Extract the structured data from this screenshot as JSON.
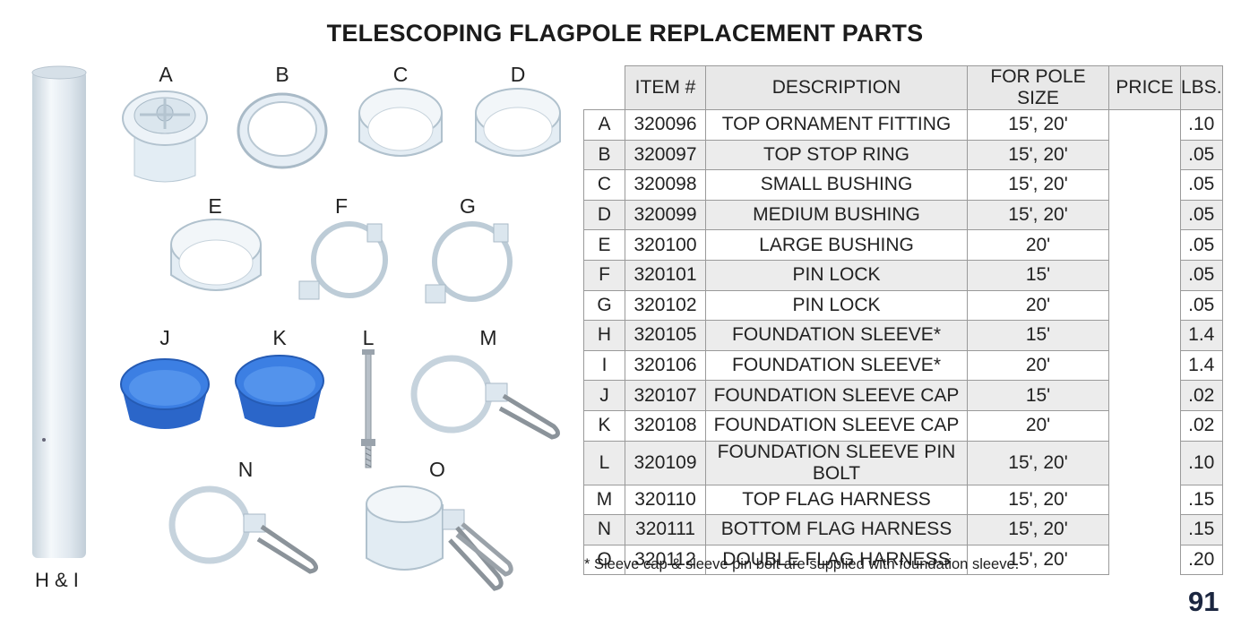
{
  "title": "TELESCOPING FLAGPOLE REPLACEMENT PARTS",
  "pole_label": "H & I",
  "part_letters": [
    "A",
    "B",
    "C",
    "D",
    "E",
    "F",
    "G",
    "J",
    "K",
    "L",
    "M",
    "N",
    "O"
  ],
  "table": {
    "headers": [
      "ITEM #",
      "DESCRIPTION",
      "FOR POLE SIZE",
      "PRICE",
      "LBS."
    ],
    "rows": [
      {
        "letter": "A",
        "item": "320096",
        "desc": "TOP ORNAMENT FITTING",
        "size": "15', 20'",
        "lbs": ".10"
      },
      {
        "letter": "B",
        "item": "320097",
        "desc": "TOP STOP RING",
        "size": "15', 20'",
        "lbs": ".05"
      },
      {
        "letter": "C",
        "item": "320098",
        "desc": "SMALL BUSHING",
        "size": "15', 20'",
        "lbs": ".05"
      },
      {
        "letter": "D",
        "item": "320099",
        "desc": "MEDIUM BUSHING",
        "size": "15', 20'",
        "lbs": ".05"
      },
      {
        "letter": "E",
        "item": "320100",
        "desc": "LARGE BUSHING",
        "size": "20'",
        "lbs": ".05"
      },
      {
        "letter": "F",
        "item": "320101",
        "desc": "PIN LOCK",
        "size": "15'",
        "lbs": ".05"
      },
      {
        "letter": "G",
        "item": "320102",
        "desc": "PIN LOCK",
        "size": "20'",
        "lbs": ".05"
      },
      {
        "letter": "H",
        "item": "320105",
        "desc": "FOUNDATION SLEEVE*",
        "size": "15'",
        "lbs": "1.4"
      },
      {
        "letter": "I",
        "item": "320106",
        "desc": "FOUNDATION SLEEVE*",
        "size": "20'",
        "lbs": "1.4"
      },
      {
        "letter": "J",
        "item": "320107",
        "desc": "FOUNDATION SLEEVE CAP",
        "size": "15'",
        "lbs": ".02"
      },
      {
        "letter": "K",
        "item": "320108",
        "desc": "FOUNDATION SLEEVE CAP",
        "size": "20'",
        "lbs": ".02"
      },
      {
        "letter": "L",
        "item": "320109",
        "desc": "FOUNDATION SLEEVE PIN BOLT",
        "size": "15', 20'",
        "lbs": ".10"
      },
      {
        "letter": "M",
        "item": "320110",
        "desc": "TOP FLAG HARNESS",
        "size": "15', 20'",
        "lbs": ".15"
      },
      {
        "letter": "N",
        "item": "320111",
        "desc": "BOTTOM FLAG HARNESS",
        "size": "15', 20'",
        "lbs": ".15"
      },
      {
        "letter": "O",
        "item": "320112",
        "desc": "DOUBLE FLAG HARNESS",
        "size": "15', 20'",
        "lbs": ".20"
      }
    ]
  },
  "footnote": "* Sleeve cap & sleeve pin bolt are supplied with foundation sleeve.",
  "page_number": "91",
  "colors": {
    "clear_part": "#dde9f2",
    "cap_blue": "#2f6fd6",
    "pole": "#e4ecf2",
    "header_gray": "#e8e8e8"
  }
}
